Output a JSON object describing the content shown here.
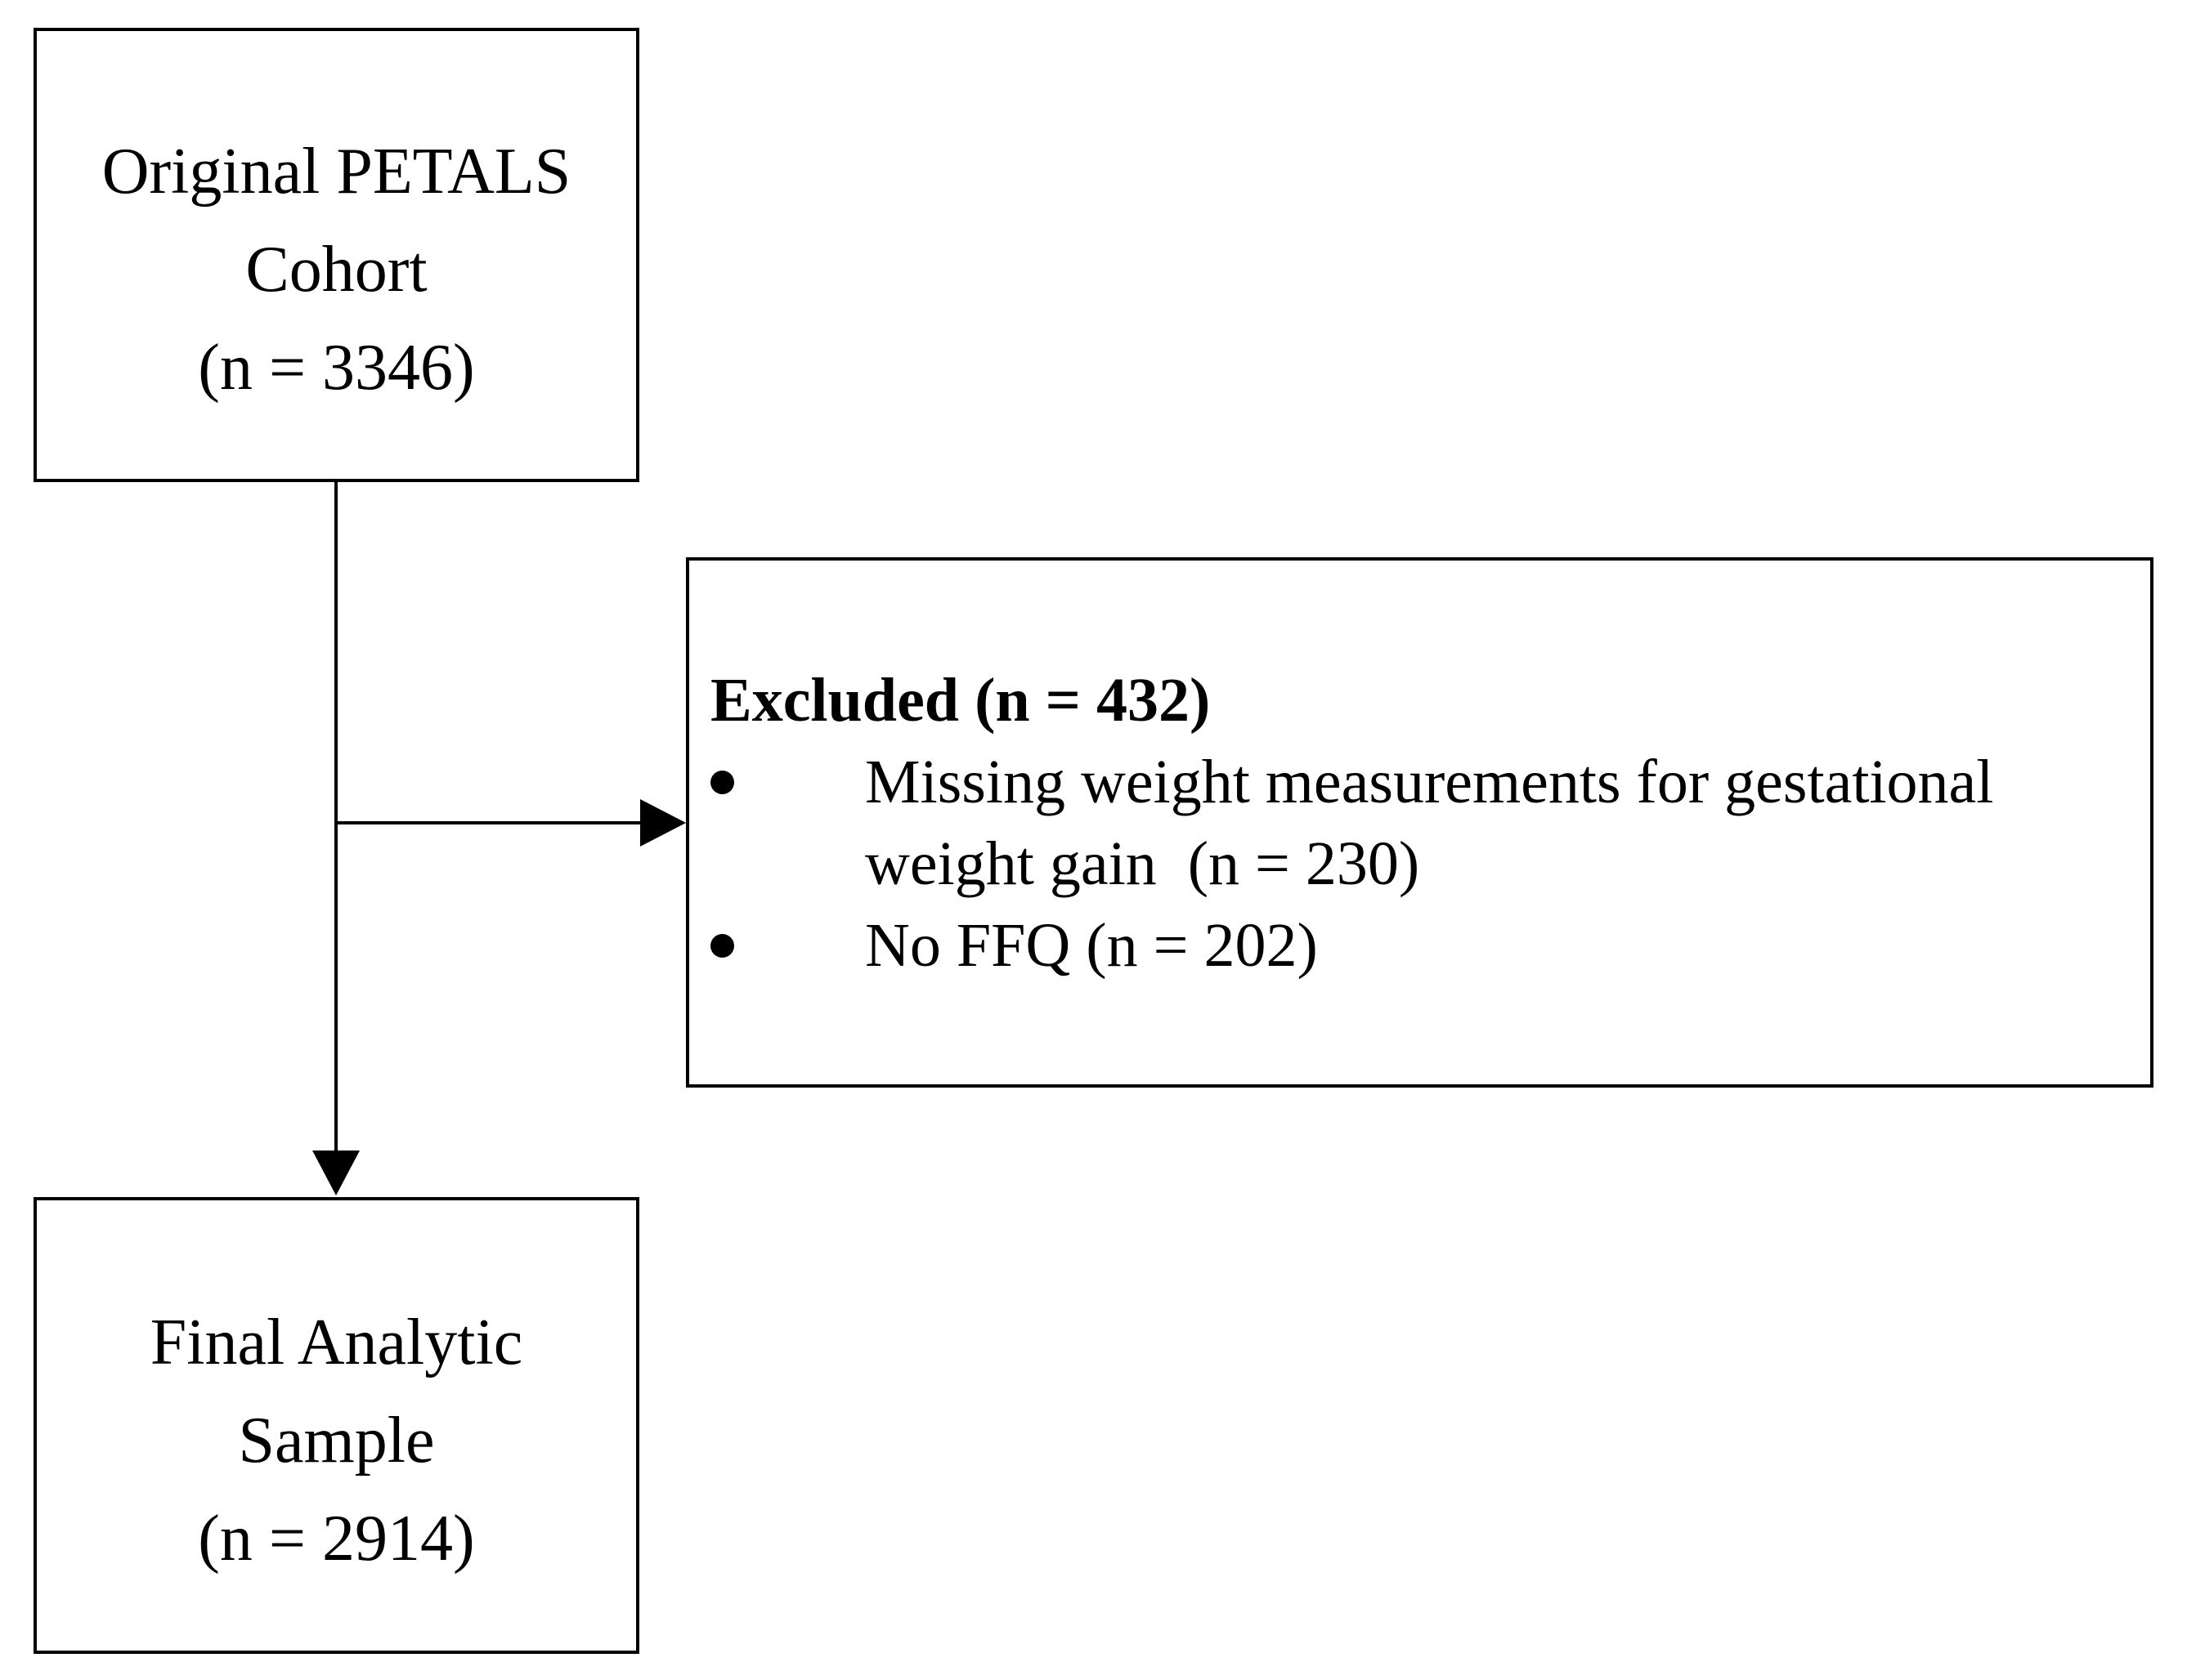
{
  "diagram": {
    "colors": {
      "background": "#ffffff",
      "line": "#000000",
      "text": "#000000"
    },
    "top_box": {
      "lines": [
        "Original PETALS",
        "Cohort",
        "(n = 3346)"
      ]
    },
    "excluded_box": {
      "title": "Excluded (n = 432)",
      "bullet_marker": "•",
      "bullets": [
        {
          "lines": [
            "Missing weight measurements for gestational",
            "weight gain  (n = 230)"
          ]
        },
        {
          "lines": [
            "No FFQ (n = 202)"
          ]
        }
      ]
    },
    "final_box": {
      "lines": [
        "Final Analytic",
        "Sample",
        "(n = 2914)"
      ]
    }
  }
}
